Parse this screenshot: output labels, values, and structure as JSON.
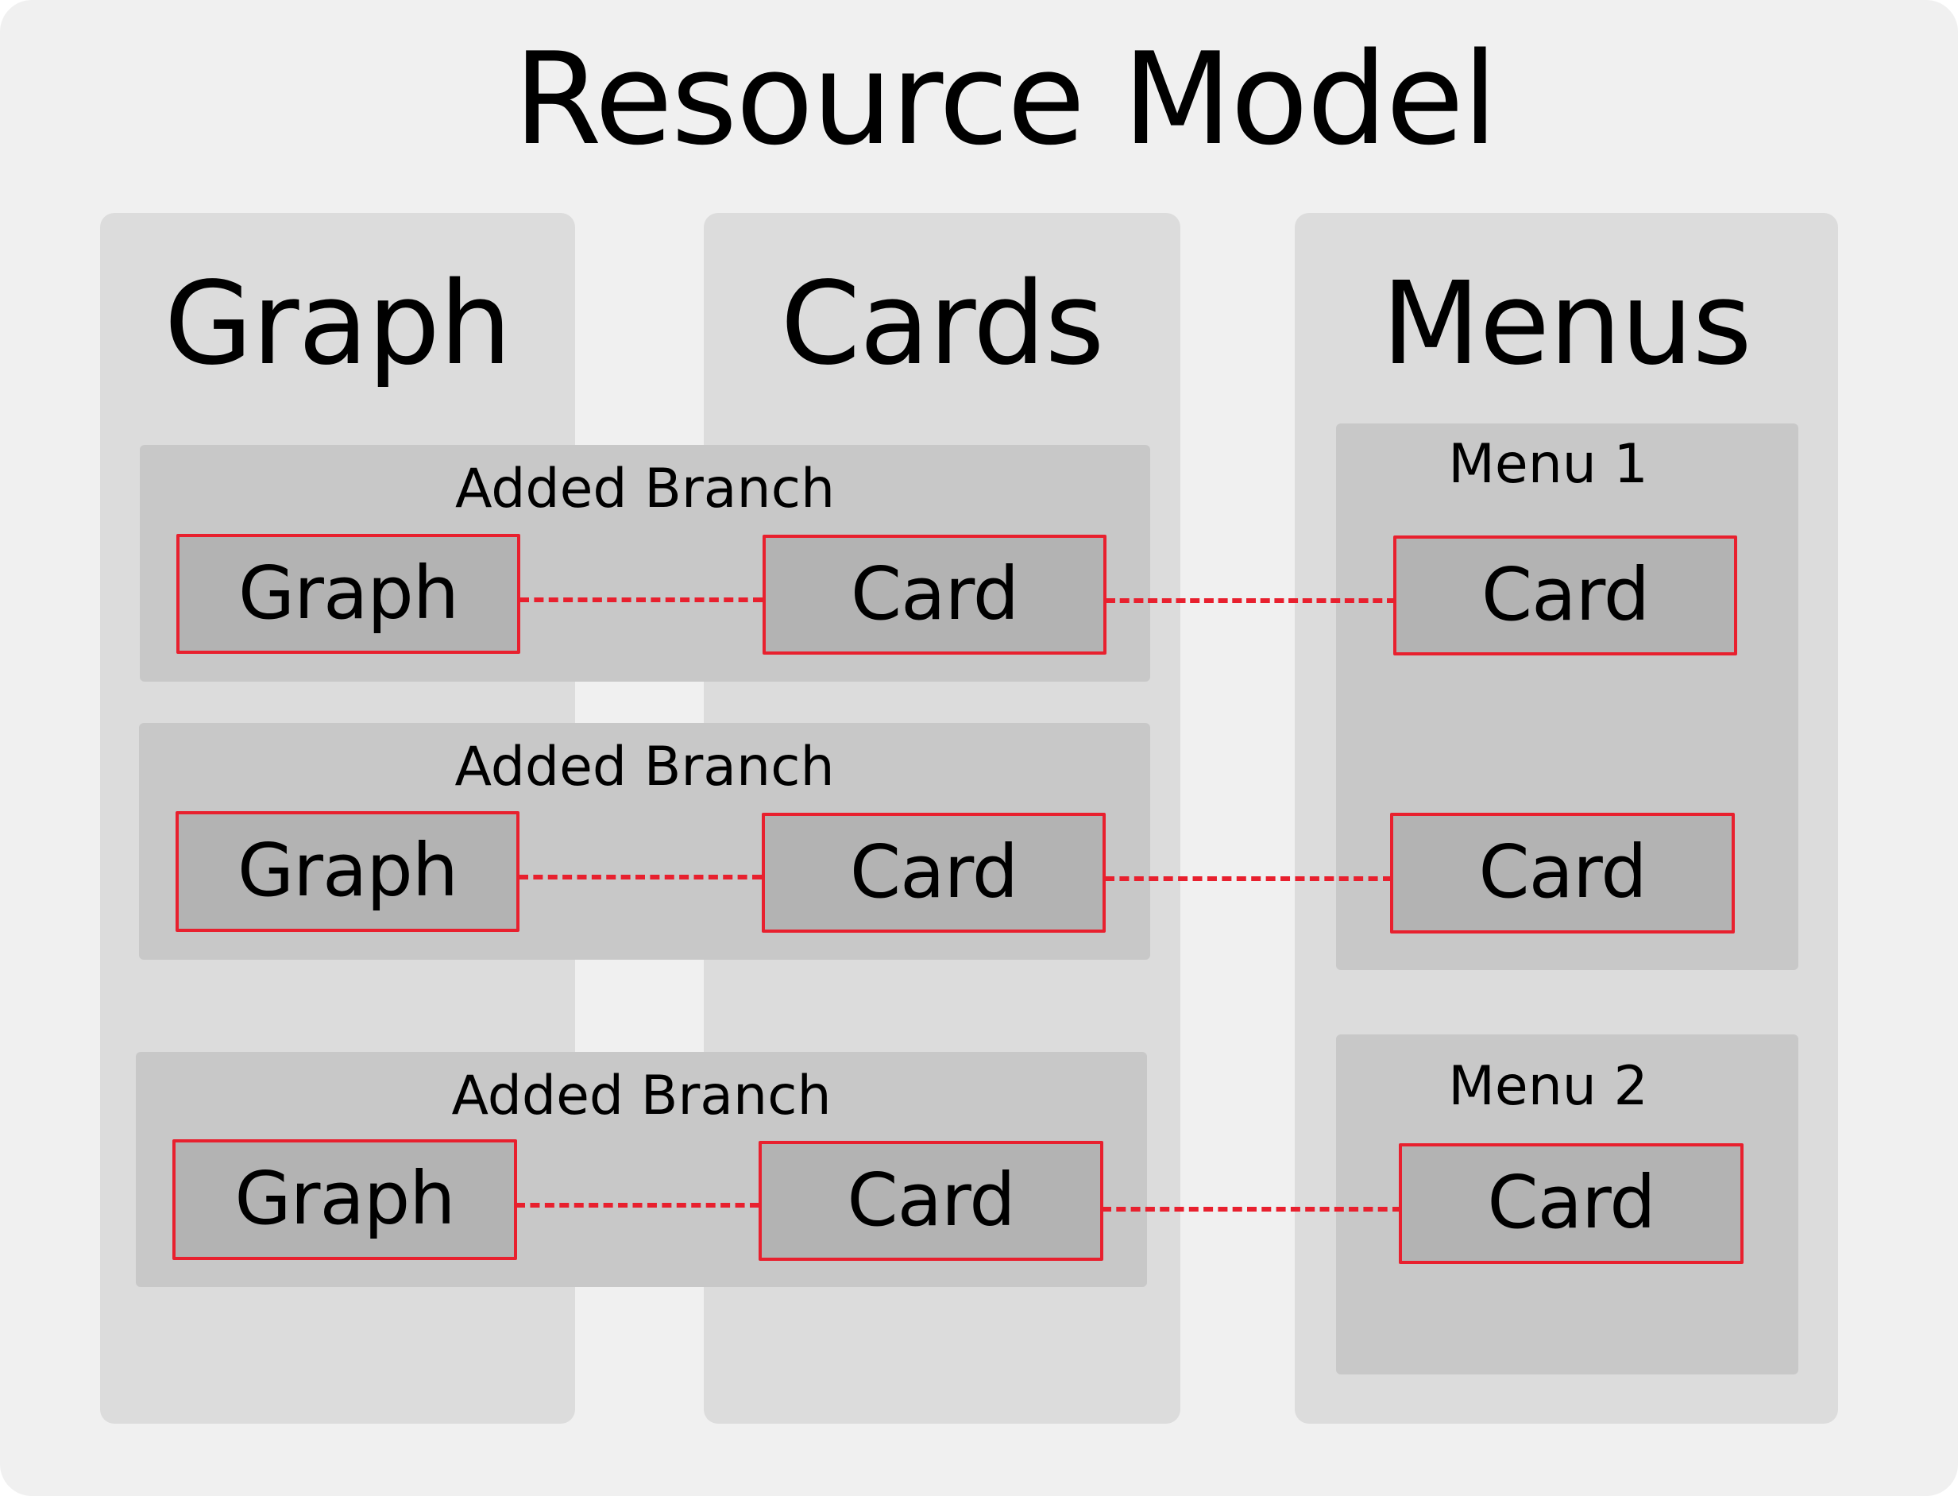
{
  "title": "Resource Model",
  "columns": {
    "graph": "Graph",
    "cards": "Cards",
    "menus": "Menus"
  },
  "branches": [
    {
      "label": "Added Branch",
      "graph": "Graph",
      "card": "Card"
    },
    {
      "label": "Added Branch",
      "graph": "Graph",
      "card": "Card"
    },
    {
      "label": "Added Branch",
      "graph": "Graph",
      "card": "Card"
    }
  ],
  "menus": [
    {
      "label": "Menu 1",
      "cards": [
        "Card",
        "Card"
      ]
    },
    {
      "label": "Menu 2",
      "cards": [
        "Card"
      ]
    }
  ],
  "colors": {
    "background": "#f0f0f0",
    "column": "#dcdcdc",
    "panel": "#c8c8c8",
    "node": "#b3b3b3",
    "link": "#e8202e"
  }
}
